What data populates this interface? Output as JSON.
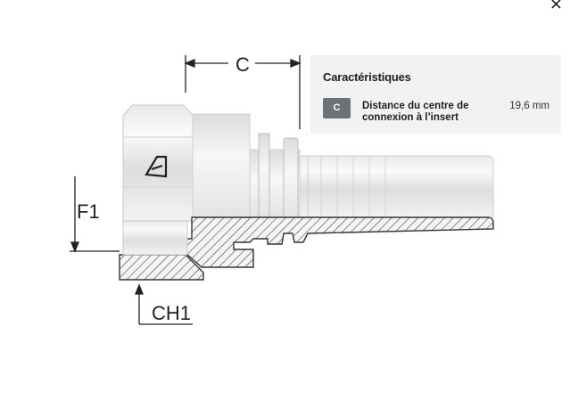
{
  "window": {
    "close_icon": "close-icon",
    "close_glyph": "×"
  },
  "drawing": {
    "dimension_c": "C",
    "dimension_f1": "F1",
    "dimension_ch1": "CH1"
  },
  "characteristics": {
    "title": "Caractéristiques",
    "rows": [
      {
        "code": "C",
        "label": "Distance du centre de connexion à l’insert",
        "value": "19,6 mm"
      }
    ]
  },
  "colors": {
    "panel_bg": "#f1f2f4",
    "badge_bg": "#6e7177",
    "text": "#1e1e1e"
  }
}
